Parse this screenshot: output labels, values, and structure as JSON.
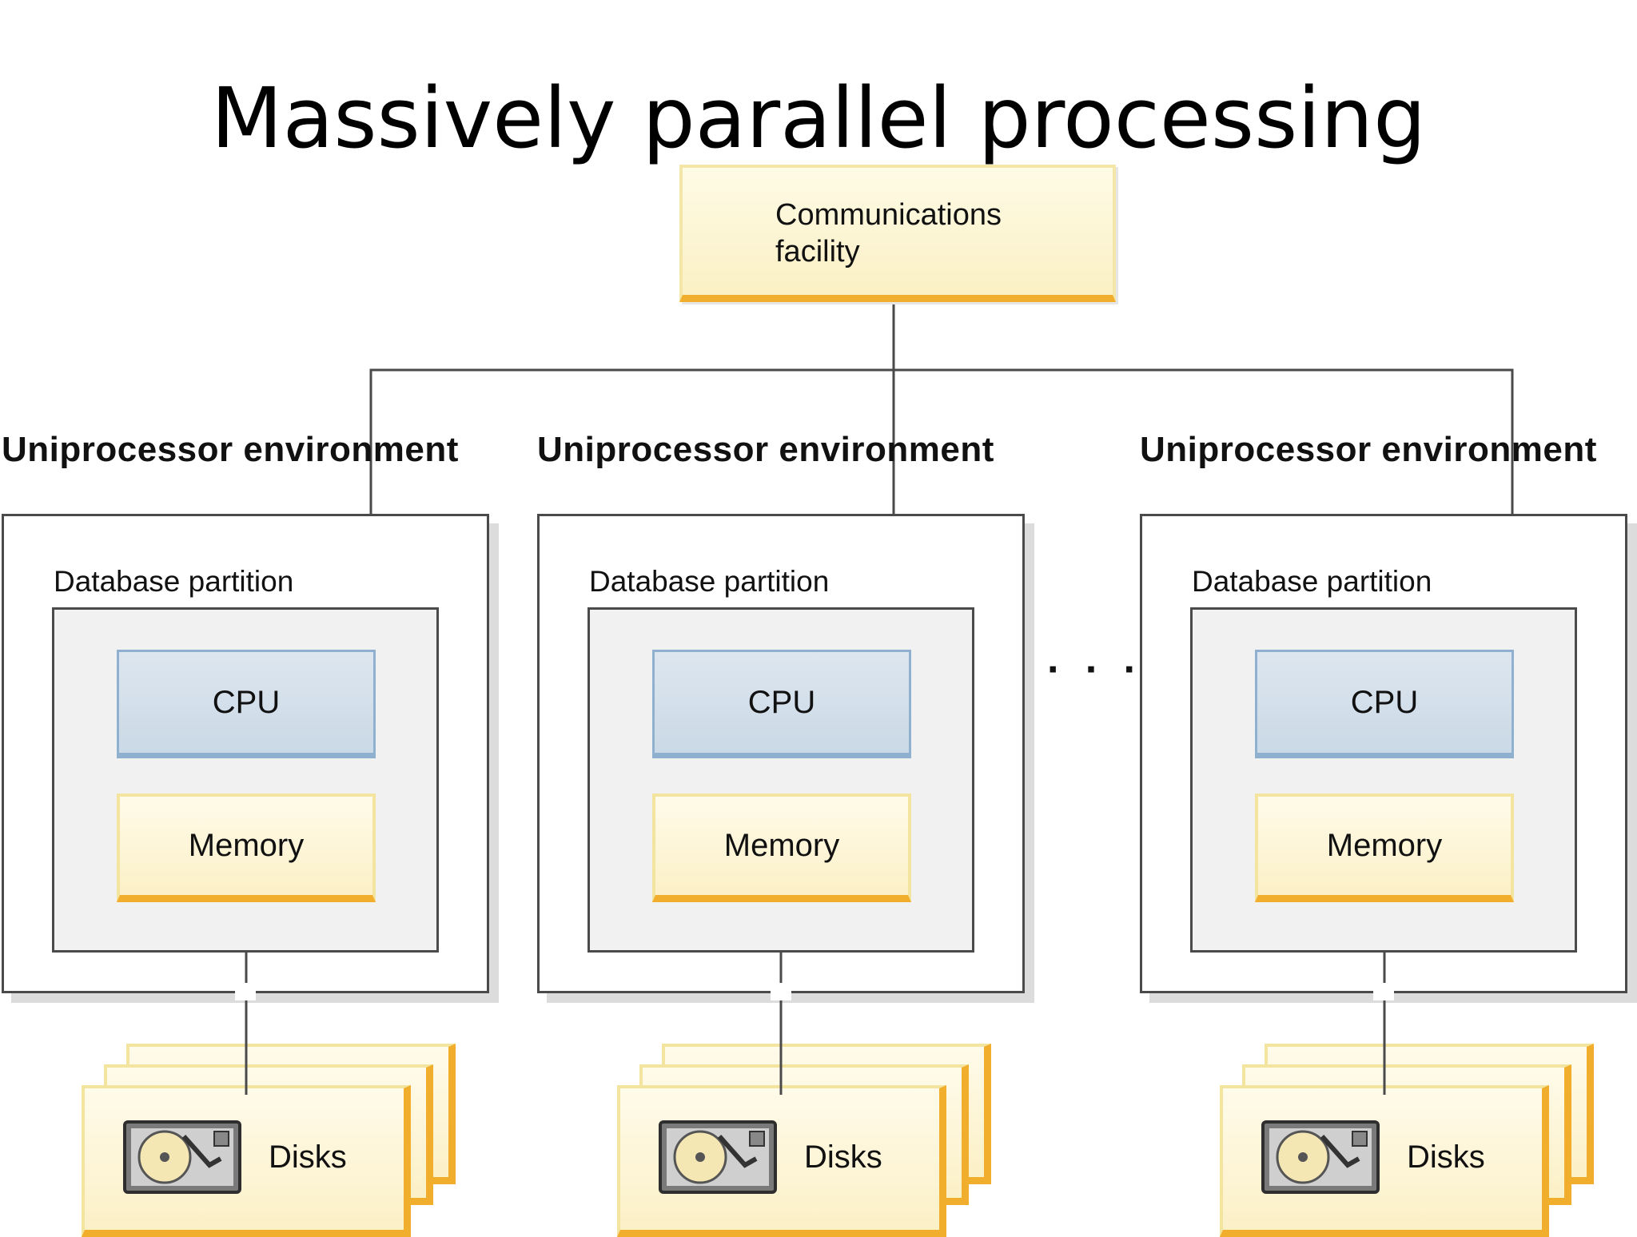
{
  "title": "Massively parallel processing",
  "communications": {
    "label": "Communications facility"
  },
  "environments": [
    {
      "label": "Uniprocessor environment",
      "partition_label": "Database partition",
      "cpu": "CPU",
      "memory": "Memory",
      "disks": "Disks"
    },
    {
      "label": "Uniprocessor environment",
      "partition_label": "Database partition",
      "cpu": "CPU",
      "memory": "Memory",
      "disks": "Disks"
    },
    {
      "label": "Uniprocessor environment",
      "partition_label": "Database partition",
      "cpu": "CPU",
      "memory": "Memory",
      "disks": "Disks"
    }
  ],
  "ellipsis": "· · ·",
  "colors": {
    "cpu_fill": "#cfdce8",
    "cpu_border": "#8fb0cf",
    "memory_fill": "#fdf5d5",
    "accent_orange": "#f1ae2c",
    "partition_fill": "#f1f1f2",
    "line": "#4a4a4a"
  },
  "icons": {
    "disk": "hard-disk-icon"
  }
}
